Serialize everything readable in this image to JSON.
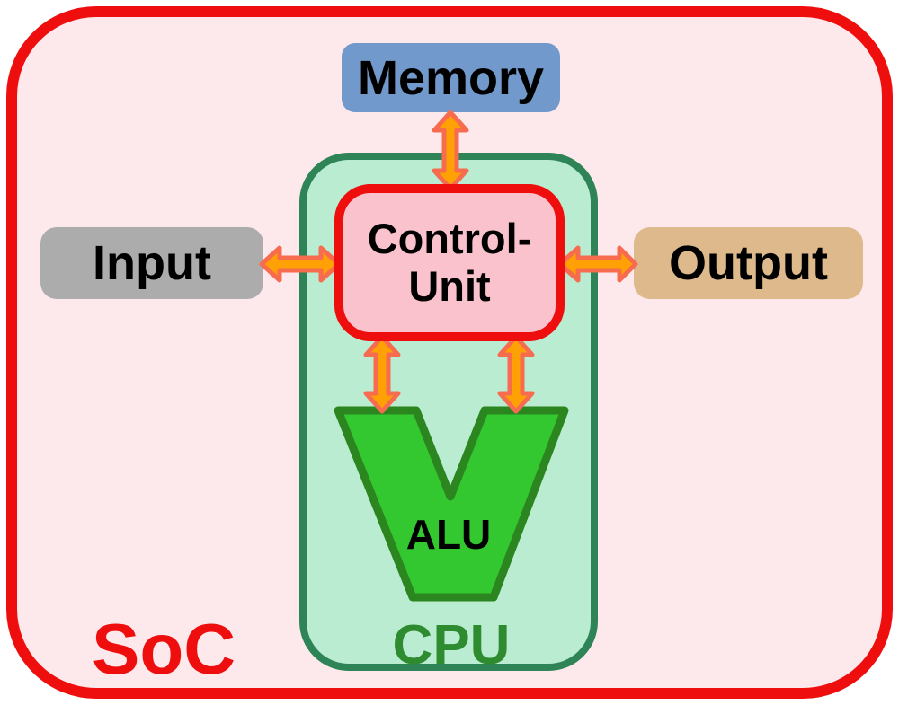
{
  "diagram_type": "block-diagram",
  "nodes": {
    "soc": {
      "label": "SoC",
      "fill": "#FDE8EC",
      "border_color": "#EE0E0E",
      "text_color": "#EE0E0E"
    },
    "cpu": {
      "label": "CPU",
      "fill": "#BAECD2",
      "border_color": "#2E8456",
      "text_color": "#2F8B2F"
    },
    "memory": {
      "label": "Memory",
      "fill": "#7299CB",
      "text_color": "#000000"
    },
    "input": {
      "label": "Input",
      "fill": "#ACACAC",
      "text_color": "#000000"
    },
    "output": {
      "label": "Output",
      "fill": "#DDB98C",
      "text_color": "#000000"
    },
    "control_unit": {
      "label_lines": [
        "Control-",
        "Unit"
      ],
      "fill": "#F9C2CC",
      "border_color": "#EE0E0E",
      "text_color": "#000000"
    },
    "alu": {
      "label": "ALU",
      "fill": "#33C82F",
      "border_color": "#2B861F",
      "text_color": "#000000"
    }
  },
  "connections": [
    {
      "from": "Memory",
      "to": "Control-Unit",
      "style": "bidirectional-arrow"
    },
    {
      "from": "Input",
      "to": "Control-Unit",
      "style": "bidirectional-arrow"
    },
    {
      "from": "Control-Unit",
      "to": "Output",
      "style": "bidirectional-arrow"
    },
    {
      "from": "Control-Unit",
      "to": "ALU",
      "style": "bidirectional-arrow"
    },
    {
      "from": "Control-Unit",
      "to": "ALU",
      "style": "bidirectional-arrow"
    }
  ],
  "arrow_colors": {
    "fill": "#FFA005",
    "stroke": "#F76B4F"
  }
}
